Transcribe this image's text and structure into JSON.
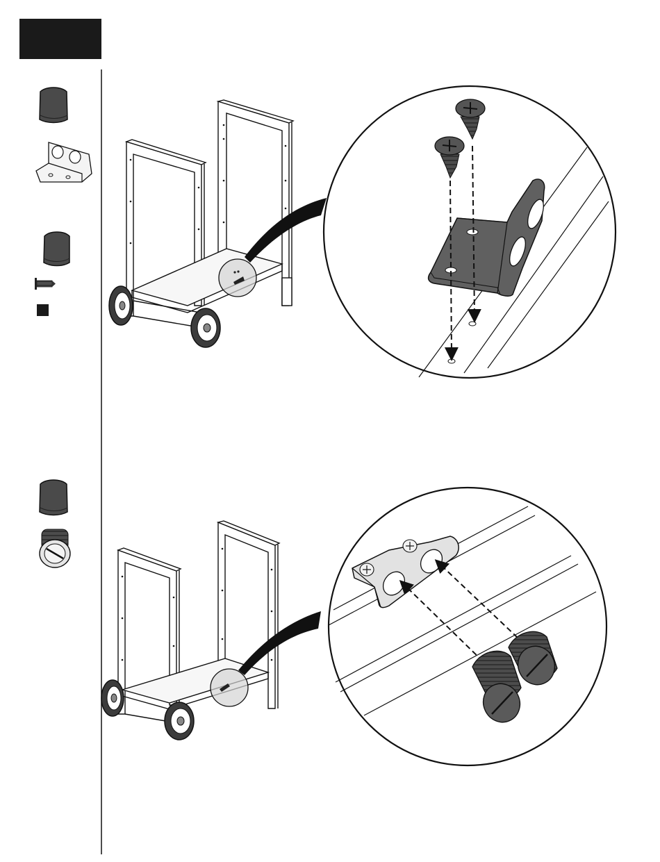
{
  "page": {
    "step_block": {
      "label": "",
      "color": "#1a1a1a"
    },
    "colors": {
      "line": "#111111",
      "part_dark": "#4a4a4a",
      "part_mid": "#6a6a6a",
      "tire": "#3c3c3c"
    }
  },
  "sections": [
    {
      "id": "step-a",
      "sidebar_parts": [
        {
          "icon": "glove-icon"
        },
        {
          "icon": "l-bracket-icon"
        },
        {
          "icon": "glove-icon"
        },
        {
          "icon": "screw-icon"
        },
        {
          "icon": "screwdriver-icon"
        }
      ],
      "detail": "bracket-screw-detail"
    },
    {
      "id": "step-b",
      "sidebar_parts": [
        {
          "icon": "glove-icon"
        },
        {
          "icon": "knob-cap-icon"
        }
      ],
      "detail": "cap-insert-detail"
    }
  ]
}
